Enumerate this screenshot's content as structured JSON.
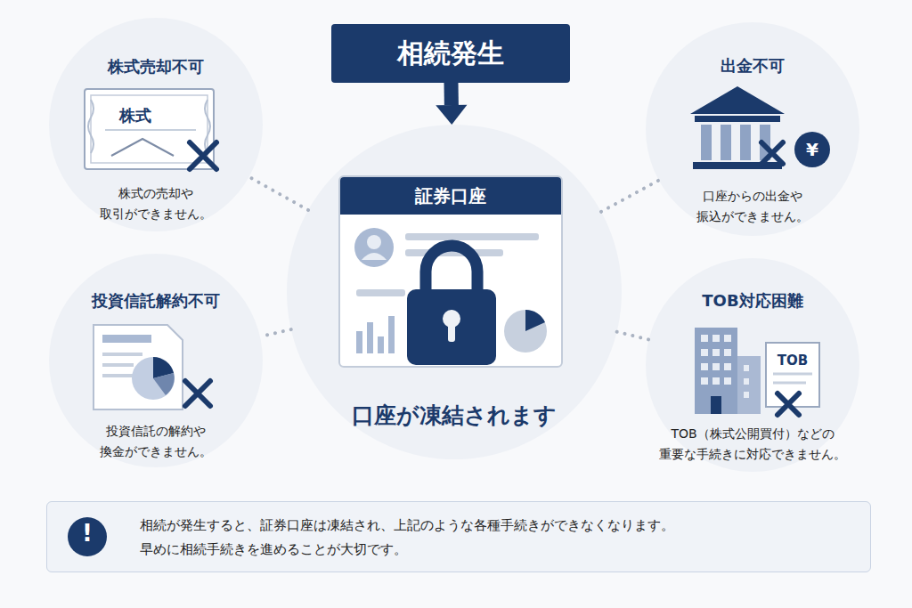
{
  "diagram": {
    "nodes": [
      {
        "text": [
          "相続発生"
        ]
      },
      {
        "text": [
          "口座が凍結されます"
        ]
      },
      {
        "text": [
          "証券口座"
        ],
        "in": 1
      },
      {
        "text": [
          "株式売却不可",
          "株式の売却や 取引ができません。"
        ]
      },
      {
        "text": [
          "投資信託解約不可",
          "投資信託の解約や 換金ができません。"
        ]
      },
      {
        "text": [
          "出金不可",
          "口座からの出金や 振込ができません。"
        ]
      },
      {
        "text": [
          "TOB対応困難",
          "TOB（株式公開買付）などの 重要な手続きに対応できません。"
        ]
      },
      {
        "text": [
          "相続が発生すると、証券口座は凍結され、上記のような各種手続きができなくなります。 早めに相続手続きを進めることが大切です。"
        ]
      }
    ],
    "edges": [
      {
        "from": 0,
        "to": 1,
        "arrow": "to"
      },
      {
        "from": 1,
        "to": 3,
        "arrow": "none"
      },
      {
        "from": 1,
        "to": 4,
        "arrow": "none"
      },
      {
        "from": 1,
        "to": 5,
        "arrow": "none"
      },
      {
        "from": 1,
        "to": 6,
        "arrow": "none"
      }
    ],
    "labels": [
      "株式",
      "¥",
      "TOB",
      "!"
    ]
  }
}
